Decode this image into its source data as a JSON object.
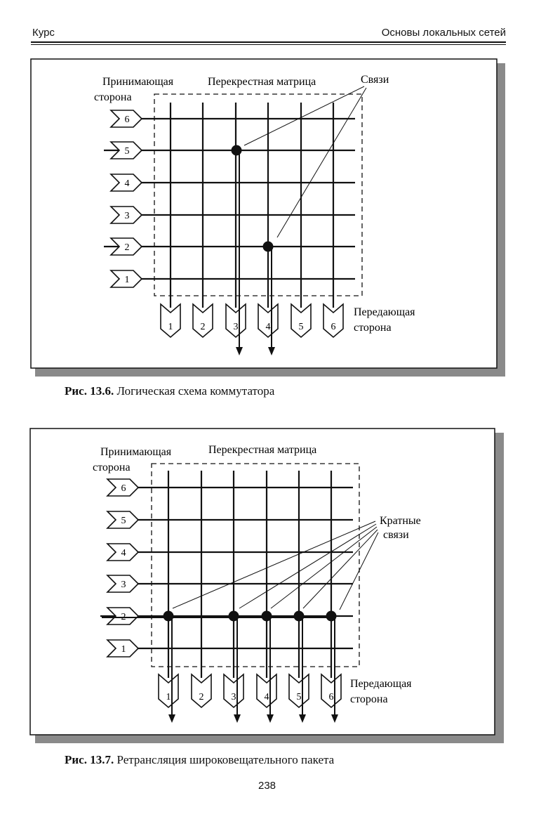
{
  "header": {
    "left": "Курс",
    "right": "Основы локальных сетей"
  },
  "figure1": {
    "label_receive": [
      "Принимающая",
      "сторона"
    ],
    "label_matrix": "Перекрестная матрица",
    "label_links": "Связи",
    "label_transmit": [
      "Передающая",
      "сторона"
    ],
    "inputs": [
      "6",
      "5",
      "4",
      "3",
      "2",
      "1"
    ],
    "outputs": [
      "1",
      "2",
      "3",
      "4",
      "5",
      "6"
    ],
    "caption_num": "Рис. 13.6.",
    "caption_text": "Логическая схема коммутатора"
  },
  "figure2": {
    "label_receive": [
      "Принимающая",
      "сторона"
    ],
    "label_matrix": "Перекрестная матрица",
    "label_links": [
      "Кратные",
      "связи"
    ],
    "label_transmit": [
      "Передающая",
      "сторона"
    ],
    "inputs": [
      "6",
      "5",
      "4",
      "3",
      "2",
      "1"
    ],
    "outputs": [
      "1",
      "2",
      "3",
      "4",
      "5",
      "6"
    ],
    "caption_num": "Рис. 13.7.",
    "caption_text": "Ретрансляция широковещательного пакета"
  },
  "page_number": "238"
}
